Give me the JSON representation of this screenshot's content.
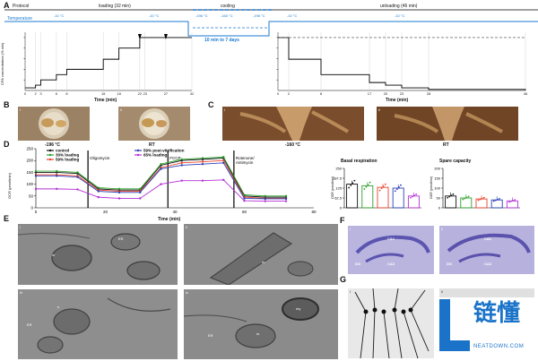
{
  "panels": {
    "A": {
      "letter": "A",
      "top_labels": {
        "protocol": "Protocol",
        "loading": "loading (32 min)",
        "cooling": "cooling",
        "unloading": "unloading (46 min)",
        "temperature": "Temperature"
      },
      "temps_left": [
        "-10 °C",
        "-10 °C",
        "-196 °C"
      ],
      "temps_mid": [
        "-160 °C",
        "-196 °C"
      ],
      "temps_right": [
        "-10 °C",
        "-10 °C"
      ],
      "note": "10 min to 7 days",
      "ylabel": "CPA concentration (% w/v)",
      "xlabel_left": "Time (min)",
      "xlabel_right": "Time (min)",
      "xticks_left": [
        "0",
        "2",
        "3",
        "6",
        "8",
        "15",
        "18",
        "22",
        "23",
        "27",
        "32"
      ],
      "xticks_right": [
        "0",
        "2",
        "8",
        "17",
        "20",
        "23",
        "28",
        "46"
      ],
      "yticks": [
        "20",
        "40",
        "60",
        "80",
        "100"
      ]
    },
    "B": {
      "letter": "B",
      "sub_i": "i",
      "sub_ii": "ii",
      "cap_left": "-196 °C",
      "cap_right": "RT"
    },
    "C": {
      "letter": "C",
      "sub_i": "i",
      "sub_ii": "ii",
      "cap_left": "-160 °C",
      "cap_right": "RT"
    },
    "D": {
      "letter": "D",
      "ylabel": "OCR (pmol/min)",
      "xlabel": "Time (min)",
      "legend": [
        "control",
        "30% loading",
        "59% loading",
        "59% post-vitrification",
        "65% loading"
      ],
      "annot": [
        "Oligomycin",
        "FCCP",
        "Rotenone/ Antimycin"
      ],
      "bar1_title": "Basal respiration",
      "bar2_title": "Spare capacity",
      "bar_ylabel": "OCR (pmol/min)"
    },
    "E": {
      "letter": "E",
      "subs": [
        "i",
        "ii",
        "iii",
        "iv"
      ],
      "marks": [
        "m",
        "ER",
        "m",
        "ER",
        "n",
        "my",
        "ER",
        "m"
      ]
    },
    "F": {
      "letter": "F",
      "subs": [
        "i",
        "ii"
      ],
      "regions_i": [
        "CA1",
        "DG",
        "CA3"
      ],
      "regions_ii": [
        "CA1",
        "DG",
        "CA3"
      ]
    },
    "G": {
      "letter": "G",
      "subs": [
        "i",
        "ii"
      ]
    }
  },
  "watermark": {
    "brand": "链懂",
    "url": "NEATDOWN.COM"
  },
  "chart_data": [
    {
      "type": "line",
      "title": "",
      "xlabel": "Time (min)",
      "ylabel": "CPA concentration (% w/v)",
      "segments": [
        {
          "name": "loading",
          "x": [
            0,
            2,
            3,
            6,
            8,
            15,
            18,
            22,
            27,
            32
          ],
          "y": [
            5,
            10,
            20,
            30,
            40,
            59,
            80,
            100,
            100,
            100
          ]
        },
        {
          "name": "unloading",
          "x": [
            0,
            2,
            8,
            17,
            20,
            23,
            28,
            46
          ],
          "y": [
            100,
            59,
            30,
            15,
            10,
            5,
            2,
            0
          ]
        }
      ],
      "ylim": [
        0,
        110
      ]
    },
    {
      "type": "line",
      "xlabel": "Time (min)",
      "ylabel": "OCR (pmol/min)",
      "xlim": [
        0,
        80
      ],
      "ylim": [
        0,
        250
      ],
      "x": [
        0,
        6,
        12,
        18,
        24,
        30,
        36,
        42,
        48,
        54,
        60,
        66,
        72
      ],
      "series": [
        {
          "name": "control",
          "color": "#111111",
          "values": [
            150,
            150,
            145,
            80,
            75,
            75,
            180,
            200,
            205,
            210,
            50,
            45,
            45
          ]
        },
        {
          "name": "30% loading",
          "color": "#2ca02c",
          "values": [
            155,
            155,
            150,
            85,
            80,
            80,
            185,
            205,
            210,
            215,
            55,
            50,
            50
          ]
        },
        {
          "name": "59% loading",
          "color": "#e8432e",
          "values": [
            140,
            140,
            135,
            75,
            70,
            70,
            170,
            190,
            195,
            200,
            45,
            40,
            40
          ]
        },
        {
          "name": "59% post-vitrification",
          "color": "#2a3fb8",
          "values": [
            135,
            135,
            130,
            70,
            65,
            65,
            165,
            180,
            185,
            190,
            40,
            38,
            38
          ]
        },
        {
          "name": "65% loading",
          "color": "#b32fd6",
          "values": [
            80,
            80,
            78,
            45,
            40,
            40,
            100,
            115,
            115,
            118,
            30,
            28,
            28
          ]
        }
      ]
    },
    {
      "type": "bar",
      "title": "Basal respiration",
      "ylabel": "OCR (pmol/min)",
      "categories": [
        "control",
        "30% loading",
        "59% loading",
        "59% post-vitrification",
        "65% loading"
      ],
      "values": [
        150,
        140,
        130,
        125,
        75
      ],
      "colors": [
        "#111111",
        "#2ca02c",
        "#e8432e",
        "#2a3fb8",
        "#b32fd6"
      ],
      "ylim": [
        0,
        250
      ]
    },
    {
      "type": "bar",
      "title": "Spare capacity",
      "ylabel": "OCR (pmol/min)",
      "categories": [
        "control",
        "30% loading",
        "59% loading",
        "59% post-vitrification",
        "65% loading"
      ],
      "values": [
        60,
        50,
        45,
        40,
        35
      ],
      "colors": [
        "#111111",
        "#2ca02c",
        "#e8432e",
        "#2a3fb8",
        "#b32fd6"
      ],
      "ylim": [
        0,
        200
      ]
    }
  ]
}
